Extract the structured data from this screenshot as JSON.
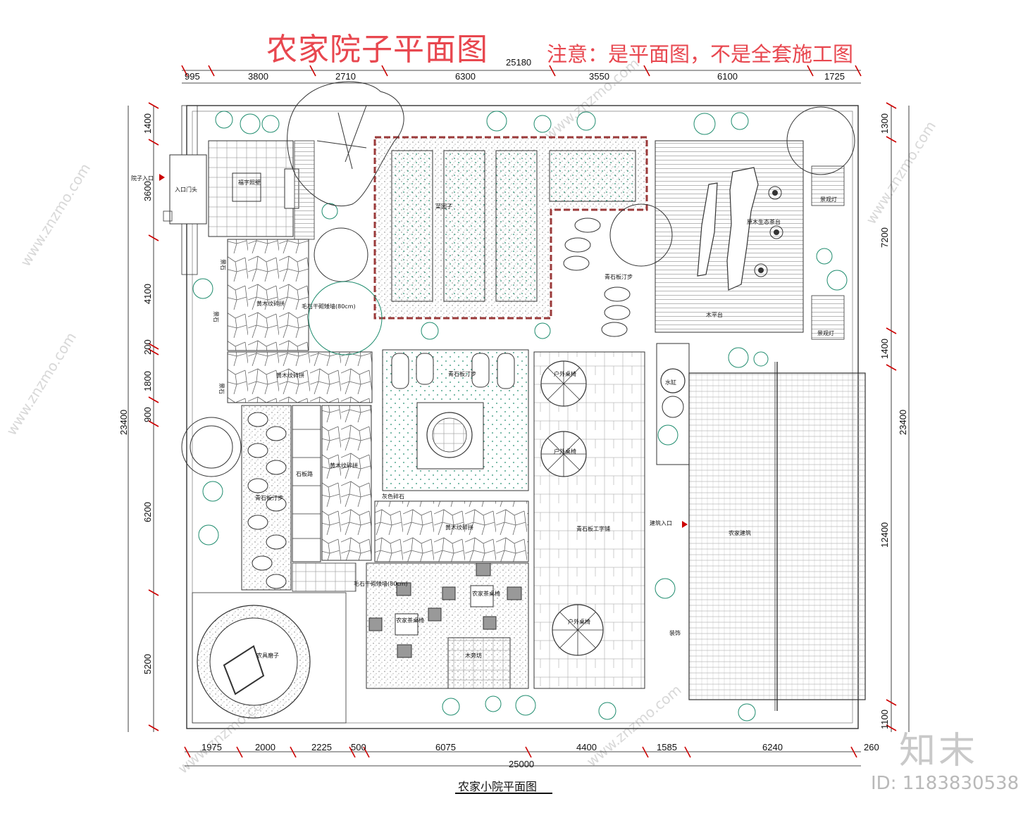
{
  "header": {
    "title": "农家院子平面图",
    "note": "注意：是平面图，不是全套施工图"
  },
  "caption": "农家小院平面图",
  "brand": {
    "name": "知末",
    "id": "ID: 1183830538",
    "watermark": "www.znzmo.com"
  },
  "dimensions": {
    "top_total": "25180",
    "top": [
      "995",
      "3800",
      "2710",
      "6300",
      "3550",
      "6100",
      "1725"
    ],
    "bottom_total": "25000",
    "bottom": [
      "1975",
      "2000",
      "2225",
      "500",
      "6075",
      "4400",
      "1585",
      "6240",
      "260"
    ],
    "left_total": "23400",
    "left": [
      "1400",
      "3600",
      "4100",
      "200",
      "1800",
      "900",
      "6200",
      "5200"
    ],
    "right_total": "23400",
    "right": [
      "1300",
      "7200",
      "1400",
      "12400",
      "1100"
    ]
  },
  "labels": {
    "yard_entrance": "院子入口",
    "gate": "入口门头",
    "screen_wall": "福字照壁",
    "vegetable_garden": "菜园子",
    "log_tea_table": "原木生态茶台",
    "wood_deck": "木平台",
    "lamp_top": "景观灯",
    "lamp_bottom": "景观灯",
    "stepping_stones_top": "青石板汀步",
    "yellow_paving_1": "黄木纹碎拼",
    "stone_wall_1": "毛石干砌矮墙(80cm)",
    "yellow_paving_2": "黄木纹碎拼",
    "stepping_stones_center": "青石板汀步",
    "outdoor_table_1": "户外桌椅",
    "outdoor_table_2": "户外桌椅",
    "water_tank": "水缸",
    "yellow_paving_3": "黄木纹碎拼",
    "flagstone": "石板路",
    "stepping_stones_left": "青石板汀步",
    "gray_gravel": "灰色碎石",
    "yellow_paving_4": "黄木纹碎拼",
    "bluestone_paving": "青石板工字铺",
    "building_entrance": "建筑入口",
    "farmhouse": "农家建筑",
    "stone_wall_2": "毛石干砌矮墙(80cm)",
    "tea_table_1": "农家茶桌椅",
    "tea_table_2": "农家茶桌椅",
    "wood_corridor": "木旁坊",
    "outdoor_table_3": "户外桌椅",
    "farm_tools": "农具磨子",
    "decor": "装饰",
    "bench_1": "景石",
    "bench_2": "景石",
    "bench_3": "景石"
  },
  "colors": {
    "title_red": "#e8474f",
    "plant_green": "#1f8c6e",
    "line_dark": "#111111",
    "stone_red": "#9b3a3a",
    "dim_red": "#cc0000"
  }
}
